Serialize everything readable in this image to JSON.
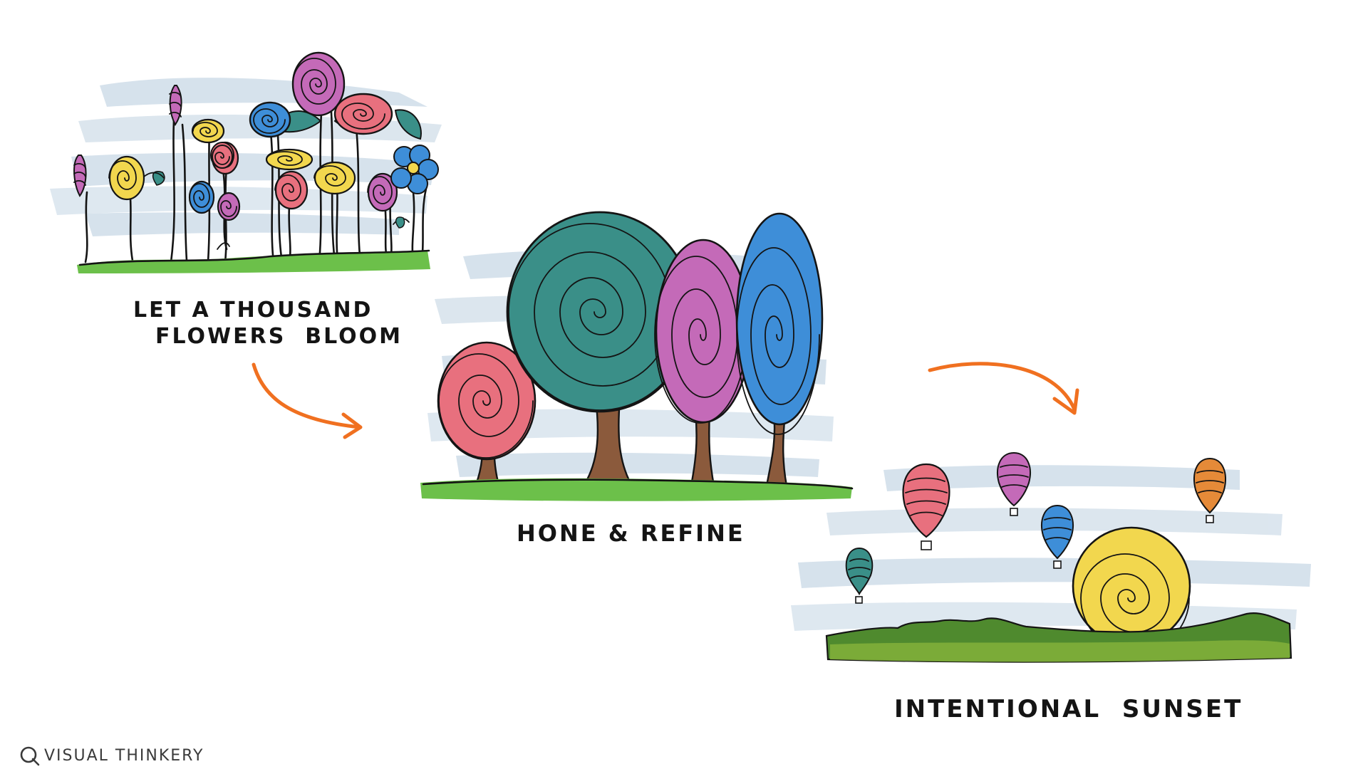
{
  "colors": {
    "sky": "#cfdde9",
    "grass": "#6cc04a",
    "hills": "#4f8a2e",
    "trunk": "#8b5a3c",
    "ink": "#141414",
    "arrow": "#f07020",
    "pink": "#e8707e",
    "magenta": "#c46ab8",
    "blue": "#3e8ed8",
    "yellow": "#f2d74e",
    "teal": "#3a8f88",
    "orange": "#e58a38"
  },
  "stages": [
    {
      "caption_lines": [
        "LET A THOUSAND",
        "FLOWERS  BLOOM"
      ],
      "illustration": "flower-field"
    },
    {
      "caption_lines": [
        "HONE & REFINE"
      ],
      "illustration": "tree-grove"
    },
    {
      "caption_lines": [
        "INTENTIONAL  SUNSET"
      ],
      "illustration": "balloons-sunset"
    }
  ],
  "arrows": [
    {
      "from": "stage-1",
      "to": "stage-2",
      "icon": "curved-arrow-icon"
    },
    {
      "from": "stage-2",
      "to": "stage-3",
      "icon": "curved-arrow-icon"
    }
  ],
  "brand": {
    "name": "VISUAL THINKERY",
    "icon": "visual-thinkery-logo-icon"
  }
}
